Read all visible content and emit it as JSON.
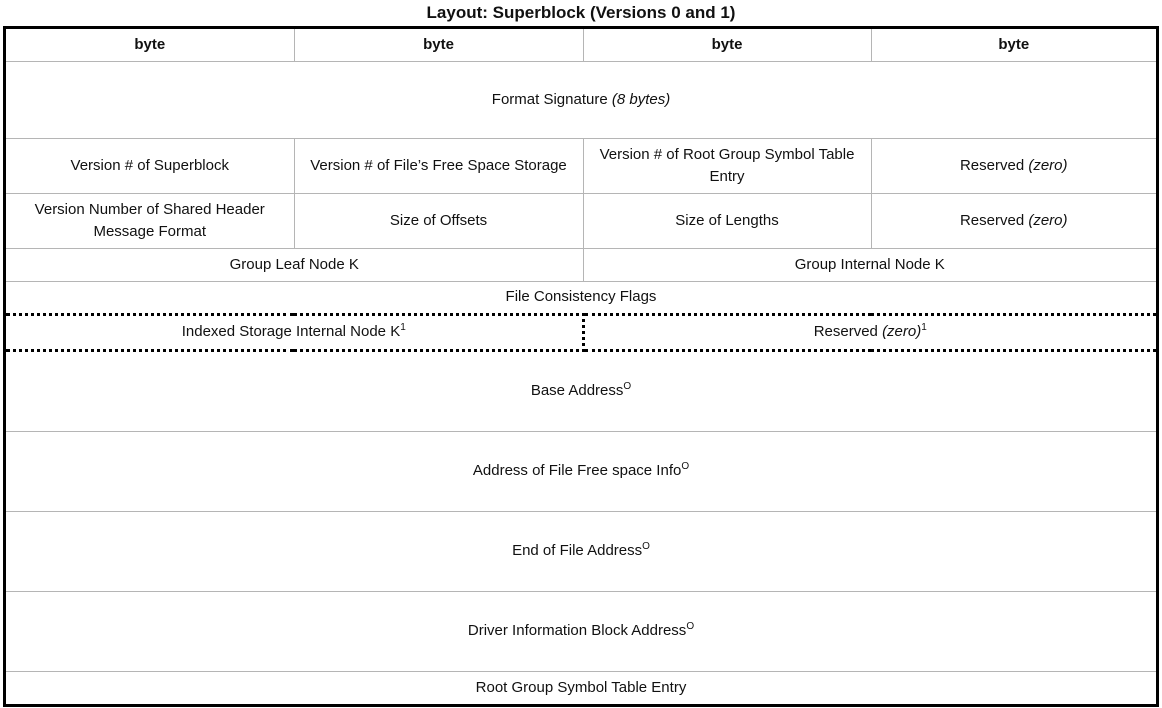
{
  "caption": "Layout: Superblock (Versions 0 and 1)",
  "header": [
    "byte",
    "byte",
    "byte",
    "byte"
  ],
  "rows": {
    "format_signature": {
      "label": "Format Signature",
      "note": "(8 bytes)"
    },
    "version_superblock": "Version # of Superblock",
    "version_free_space": "Version # of File’s Free Space Storage",
    "version_root_group": "Version # of Root Group Symbol Table Entry",
    "reserved_1": {
      "label": "Reserved",
      "note": "(zero)"
    },
    "version_shared_header": "Version Number of Shared Header Message Format",
    "size_offsets": "Size of Offsets",
    "size_lengths": "Size of Lengths",
    "reserved_2": {
      "label": "Reserved",
      "note": "(zero)"
    },
    "group_leaf_k": "Group Leaf Node K",
    "group_internal_k": "Group Internal Node K",
    "file_consistency_flags": "File Consistency Flags",
    "indexed_storage_k": {
      "label": "Indexed Storage Internal Node K",
      "sup": "1"
    },
    "reserved_3": {
      "label": "Reserved",
      "note": "(zero)",
      "sup": "1"
    },
    "base_address": {
      "label": "Base Address",
      "sup": "O"
    },
    "free_space_address": {
      "label": "Address of File Free space Info",
      "sup": "O"
    },
    "eof_address": {
      "label": "End of File Address",
      "sup": "O"
    },
    "driver_info_address": {
      "label": "Driver Information Block Address",
      "sup": "O"
    },
    "root_group_entry": "Root Group Symbol Table Entry"
  }
}
